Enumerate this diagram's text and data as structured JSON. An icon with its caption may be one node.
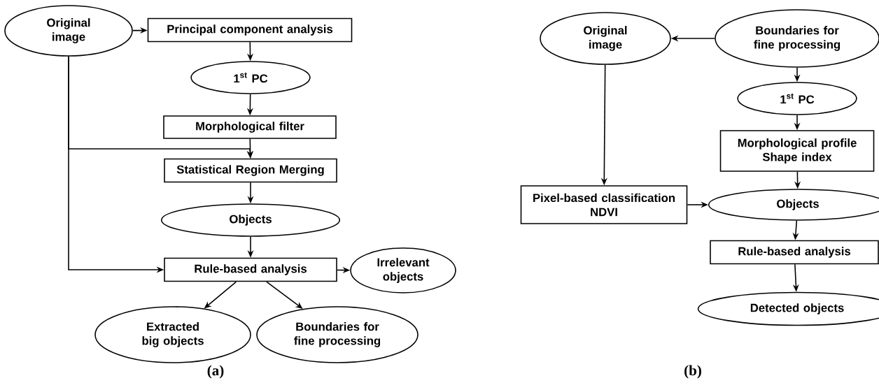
{
  "diagram": {
    "nodes": [
      {
        "text": [
          "Original image"
        ]
      },
      {
        "text": [
          "Principal component analysis"
        ]
      },
      {
        "text": [
          "1$^{st}$ PC"
        ]
      },
      {
        "text": [
          "Morphological filter"
        ]
      },
      {
        "text": [
          "Statistical Region Merging"
        ]
      },
      {
        "text": [
          "Objects"
        ]
      },
      {
        "text": [
          "Rule-based analysis"
        ]
      },
      {
        "text": [
          "Irrelevant objects"
        ]
      },
      {
        "text": [
          "Extracted big objects"
        ]
      },
      {
        "text": [
          "Boundaries for fine processing"
        ]
      },
      {
        "text": [
          "Original image"
        ]
      },
      {
        "text": [
          "Boundaries for fine processing"
        ]
      },
      {
        "text": [
          "1$^{st}$ PC"
        ]
      },
      {
        "text": [
          "Morphological profile",
          "Shape index"
        ]
      },
      {
        "text": [
          "Pixel-based classification",
          "NDVI"
        ]
      },
      {
        "text": [
          "Objects"
        ]
      },
      {
        "text": [
          "Rule-based analysis"
        ]
      },
      {
        "text": [
          "Detected objects"
        ]
      }
    ],
    "edges": [
      {
        "from": 0,
        "to": 1,
        "arrow": "to"
      },
      {
        "from": 1,
        "to": 2,
        "arrow": "to"
      },
      {
        "from": 2,
        "to": 3,
        "arrow": "to"
      },
      {
        "from": 3,
        "to": 4,
        "arrow": "to"
      },
      {
        "from": 0,
        "to": 4,
        "arrow": "to"
      },
      {
        "from": 4,
        "to": 5,
        "arrow": "to"
      },
      {
        "from": 5,
        "to": 6,
        "arrow": "to"
      },
      {
        "from": 0,
        "to": 6,
        "arrow": "to"
      },
      {
        "from": 6,
        "to": 7,
        "arrow": "to"
      },
      {
        "from": 6,
        "to": 8,
        "arrow": "to"
      },
      {
        "from": 6,
        "to": 9,
        "arrow": "to"
      },
      {
        "from": 11,
        "to": 10,
        "arrow": "to"
      },
      {
        "from": 10,
        "to": 14,
        "arrow": "to"
      },
      {
        "from": 11,
        "to": 12,
        "arrow": "to"
      },
      {
        "from": 12,
        "to": 13,
        "arrow": "to"
      },
      {
        "from": 13,
        "to": 15,
        "arrow": "to"
      },
      {
        "from": 14,
        "to": 15,
        "arrow": "to"
      },
      {
        "from": 15,
        "to": 16,
        "arrow": "to"
      },
      {
        "from": 16,
        "to": 17,
        "arrow": "to"
      }
    ],
    "labels": [
      "(a)",
      "(b)"
    ]
  }
}
